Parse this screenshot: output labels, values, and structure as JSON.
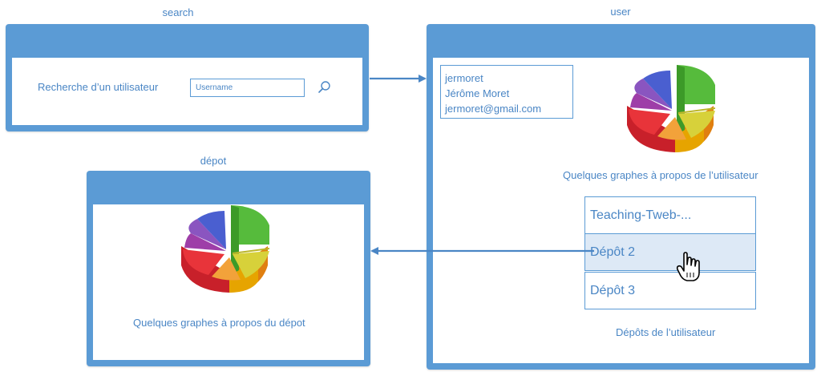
{
  "frames": {
    "search": {
      "title": "search",
      "label": "Recherche d’un utilisateur",
      "input_placeholder": "Username",
      "search_icon": "magnifier-icon"
    },
    "user": {
      "title": "user",
      "username": "jermoret",
      "fullname": "Jérôme Moret",
      "email": "jermoret@gmail.com",
      "chart_caption": "Quelques graphes à propos de l’utilisateur",
      "repos": [
        "Teaching-Tweb-...",
        "Dépôt 2",
        "Dépôt 3"
      ],
      "repos_caption": "Dépôts de l’utilisateur",
      "cursor_icon": "hand-pointer-icon"
    },
    "depot": {
      "title": "dépot",
      "chart_caption": "Quelques graphes à propos du dépot"
    }
  },
  "colors": {
    "frame": "#5b9bd5",
    "text": "#4a86c5",
    "selected_row": "#dde9f6"
  }
}
